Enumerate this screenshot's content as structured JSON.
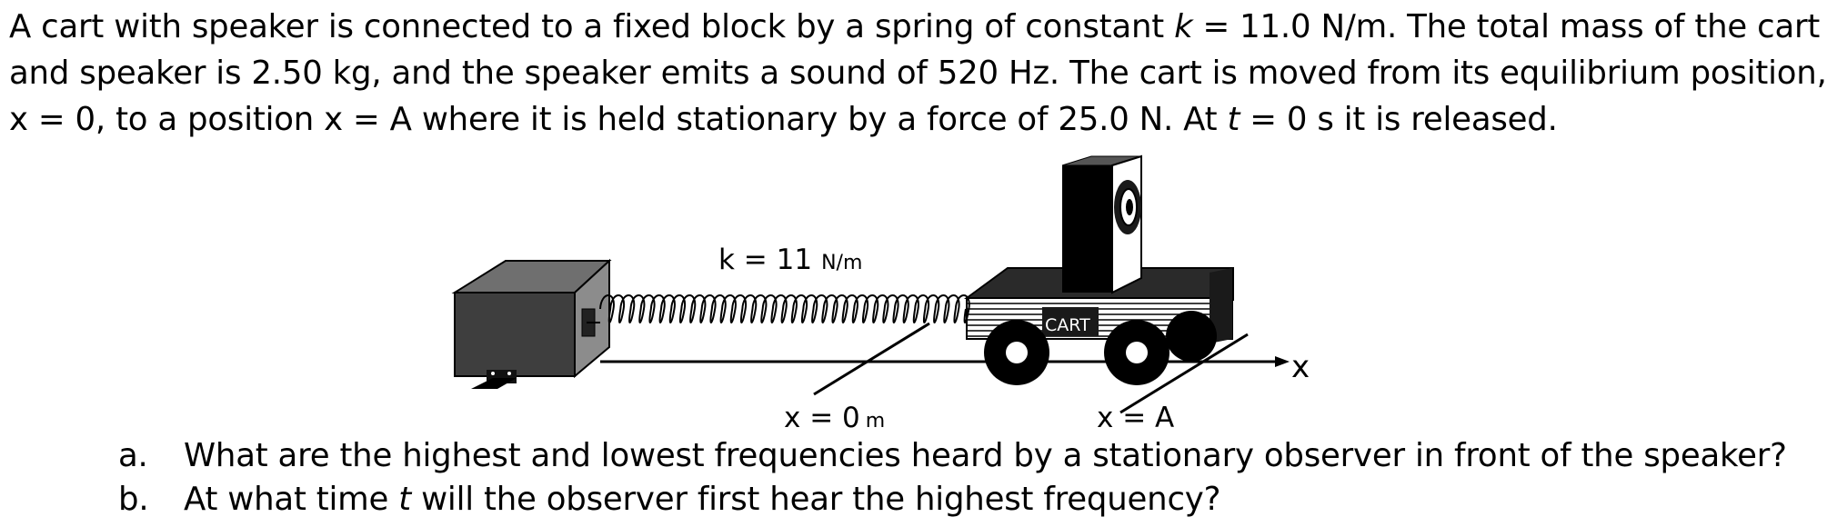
{
  "problem": {
    "segments": [
      "A cart with speaker is connected to a fixed block by a spring of constant ",
      "k",
      " = 11.0 N/m. The total mass of the cart and speaker is 2.50 kg, and the speaker emits a sound of 520 Hz. The cart is moved from its equilibrium position, x = 0, to a position x = A where it is held stationary by a force of 25.0 N. At ",
      "t",
      " = 0 s it is released."
    ]
  },
  "figure": {
    "spring_label": "k = 11",
    "spring_unit": "N/m",
    "cart_label": "CART",
    "axis_label": "x",
    "equilibrium_label": "x = 0",
    "equilibrium_unit": "m",
    "release_label": "x = A"
  },
  "questions": [
    {
      "label": "a.",
      "text": "What are the highest and lowest frequencies heard by a stationary observer in front of the speaker?"
    },
    {
      "label": "b.",
      "text_before": "At what time ",
      "italic": "t",
      "text_after": " will the observer first hear the highest frequency?"
    }
  ]
}
